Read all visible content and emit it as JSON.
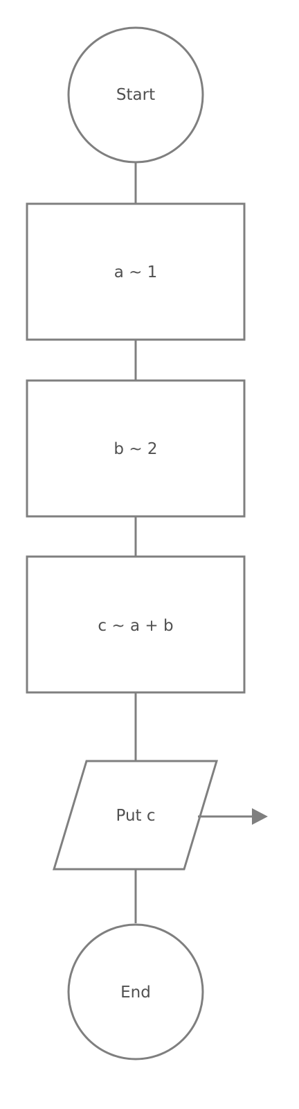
{
  "nodes": {
    "start": "Start",
    "assign_a": "a ~ 1",
    "assign_b": "b ~ 2",
    "assign_c": "c ~ a + b",
    "output": "Put c",
    "end": "End"
  },
  "colors": {
    "stroke": "#7f7f7f",
    "text": "#505050",
    "background": "#ffffff"
  }
}
